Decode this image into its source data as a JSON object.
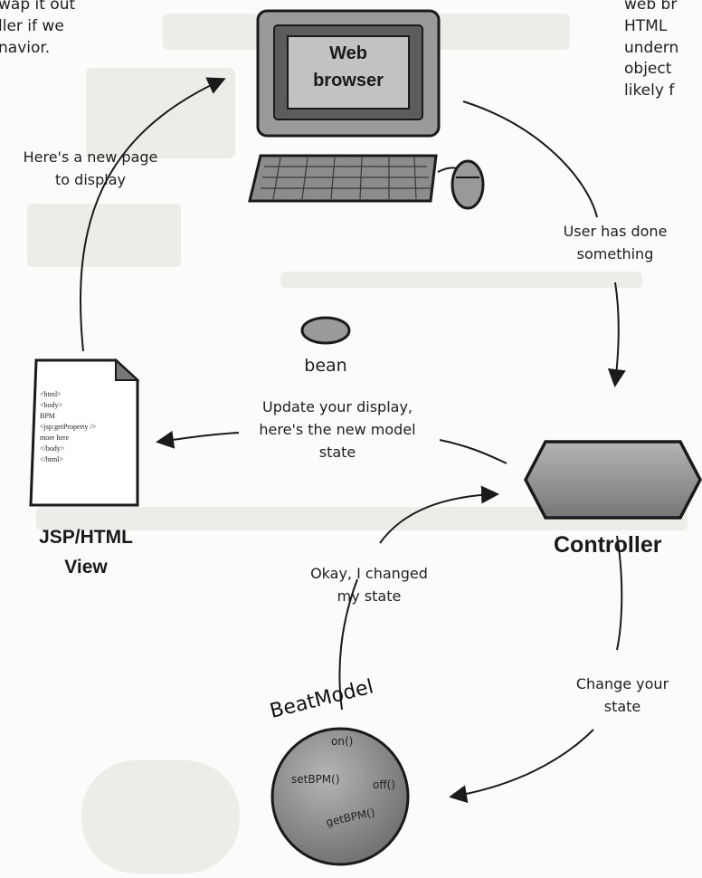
{
  "top_left_fragment": [
    "wap it out",
    "ller if we",
    "navior."
  ],
  "top_right_fragment": [
    "web br",
    "HTML",
    "undern",
    "object",
    "likely f"
  ],
  "browser": {
    "label_line1": "Web",
    "label_line2": "browser"
  },
  "view": {
    "code_lines": [
      "<html>",
      "<body>",
      "BPM",
      "<jsp:getProperty />",
      "more here",
      "</body>",
      "</html>"
    ],
    "title_line1": "JSP/HTML",
    "title_line2": "View"
  },
  "bean_label": "bean",
  "controller_label": "Controller",
  "model": {
    "title": "BeatModel",
    "methods": {
      "on": "on()",
      "set_bpm": "setBPM()",
      "off": "off()",
      "get_bpm": "getBPM()"
    }
  },
  "messages": {
    "new_page": [
      "Here's a new page",
      "to display"
    ],
    "user_action": [
      "User has done",
      "something"
    ],
    "update_display": [
      "Update your display,",
      "here's the new model",
      "state"
    ],
    "changed_state": [
      "Okay, I changed",
      "my state"
    ],
    "change_state": [
      "Change your",
      "state"
    ]
  }
}
